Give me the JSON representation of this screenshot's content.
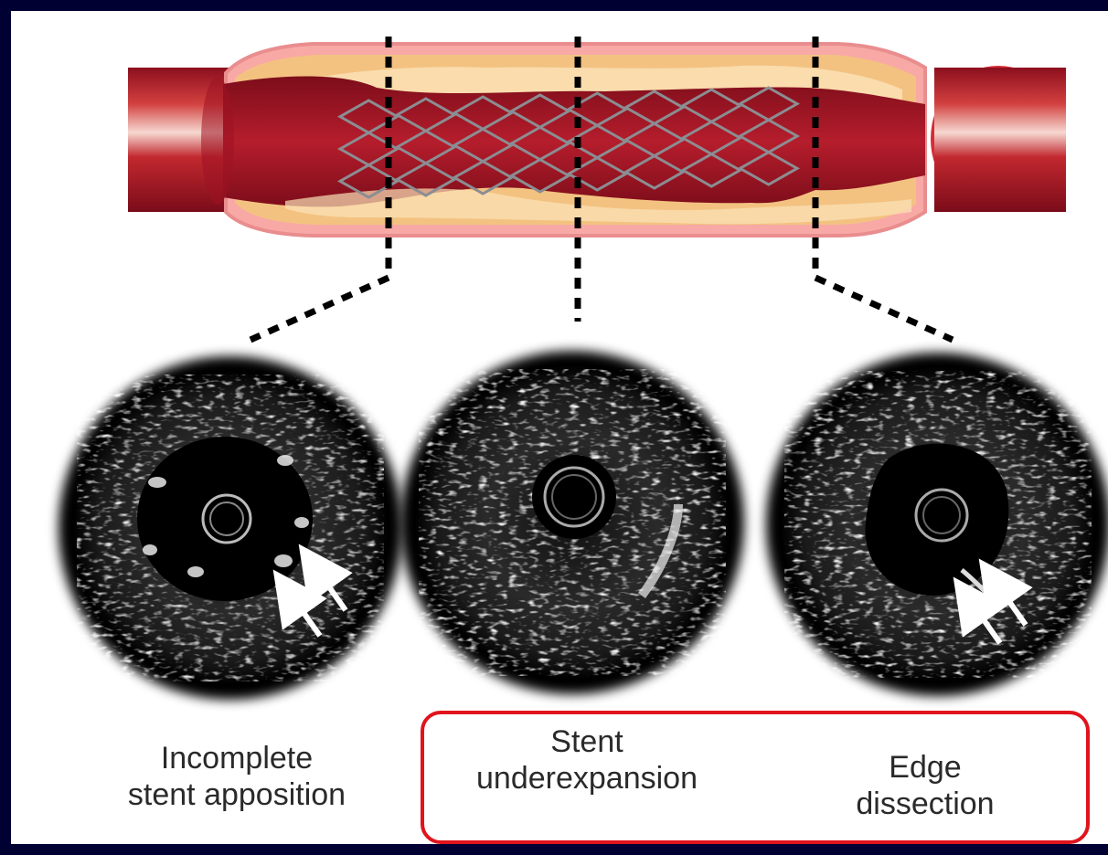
{
  "colors": {
    "background": "#010033",
    "highlight": "#e0141c",
    "vessel": "#b3182a",
    "plaque": "#f2c47c"
  },
  "cross_sections": [
    {
      "id": "incomplete-apposition",
      "caption": "Incomplete\nstent apposition",
      "has_arrows": true
    },
    {
      "id": "underexpansion",
      "caption": "Stent\nunderexpansion",
      "has_arrows": false
    },
    {
      "id": "edge-dissection",
      "caption": "Edge\ndissection",
      "has_arrows": true
    }
  ]
}
